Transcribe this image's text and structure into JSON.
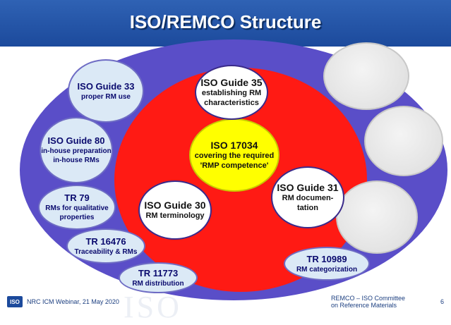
{
  "title": "ISO/REMCO Structure",
  "center": {
    "title": "ISO 17034",
    "line1": "covering the required",
    "line2": "'RMP competence'"
  },
  "inner_nodes": [
    {
      "title": "ISO Guide 35",
      "line1": "establishing RM",
      "line2": "characteristics"
    },
    {
      "title": "ISO Guide 30",
      "line1": "RM terminology",
      "line2": ""
    },
    {
      "title": "ISO Guide 31",
      "line1": "RM documen-",
      "line2": "tation"
    }
  ],
  "outer_nodes": [
    {
      "title": "ISO Guide 33",
      "line1": "proper RM use",
      "line2": ""
    },
    {
      "title": "ISO Guide 80",
      "line1": "in-house preparation",
      "line2": "in-house RMs"
    },
    {
      "title": "TR 79",
      "line1": "RMs for qualitative",
      "line2": "properties"
    },
    {
      "title": "TR 16476",
      "line1": "Traceability & RMs",
      "line2": ""
    },
    {
      "title": "TR 11773",
      "line1": "RM distribution",
      "line2": ""
    },
    {
      "title": "TR 10989",
      "line1": "RM categorization",
      "line2": ""
    }
  ],
  "footer": {
    "logo": "ISO",
    "left": "NRC ICM Webinar, 21 May 2020",
    "right_line1": "REMCO – ISO Committee",
    "right_line2": "on Reference Materials",
    "page": "6",
    "watermark": "ISO"
  },
  "colors": {
    "title_bar": "#1c4a9c",
    "outer_ellipse": "#5a4ec8",
    "red_ellipse": "#ff1a14",
    "center": "#ffff00",
    "node_fill": "#dbe9f6"
  }
}
